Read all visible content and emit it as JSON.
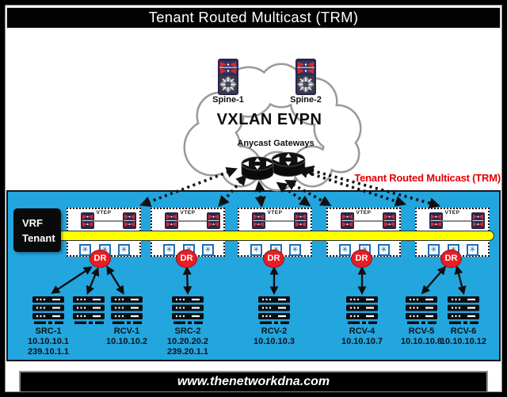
{
  "title": "Tenant Routed Multicast (TRM)",
  "cloud": {
    "label": "VXLAN EVPN",
    "anycast_label": "Anycast Gateways",
    "spines": [
      {
        "label": "Spine-1"
      },
      {
        "label": "Spine-2"
      }
    ]
  },
  "trm_caption": "Tenant Routed Multicast (TRM)",
  "fabric": {
    "vrf_line1": "VRF",
    "vrf_line2": "Tenant",
    "vtep_label": "VTEP",
    "dr_label": "DR"
  },
  "icons": {
    "vni_flake": "✳"
  },
  "hosts": [
    {
      "name": "SRC-1",
      "lines": [
        "10.10.10.1",
        "239.10.1.1"
      ]
    },
    {
      "name": "",
      "lines": []
    },
    {
      "name": "RCV-1",
      "lines": [
        "10.10.10.2"
      ]
    },
    {
      "name": "SRC-2",
      "lines": [
        "10.20.20.2",
        "239.20.1.1"
      ]
    },
    {
      "name": "RCV-2",
      "lines": [
        "10.10.10.3"
      ]
    },
    {
      "name": "RCV-4",
      "lines": [
        "10.10.10.7"
      ]
    },
    {
      "name": "RCV-5",
      "lines": [
        "10.10.10.8"
      ]
    },
    {
      "name": "RCV-6",
      "lines": [
        "10.10.10.12"
      ]
    }
  ],
  "footer": {
    "url": "www.thenetworkdna.com"
  },
  "colors": {
    "band_blue": "#23a5de",
    "bus_yellow": "#ffff00",
    "dr_red": "#ea1c24",
    "trm_red": "#e30000",
    "switch_navy": "#26284f",
    "switch_red": "#e02820"
  }
}
